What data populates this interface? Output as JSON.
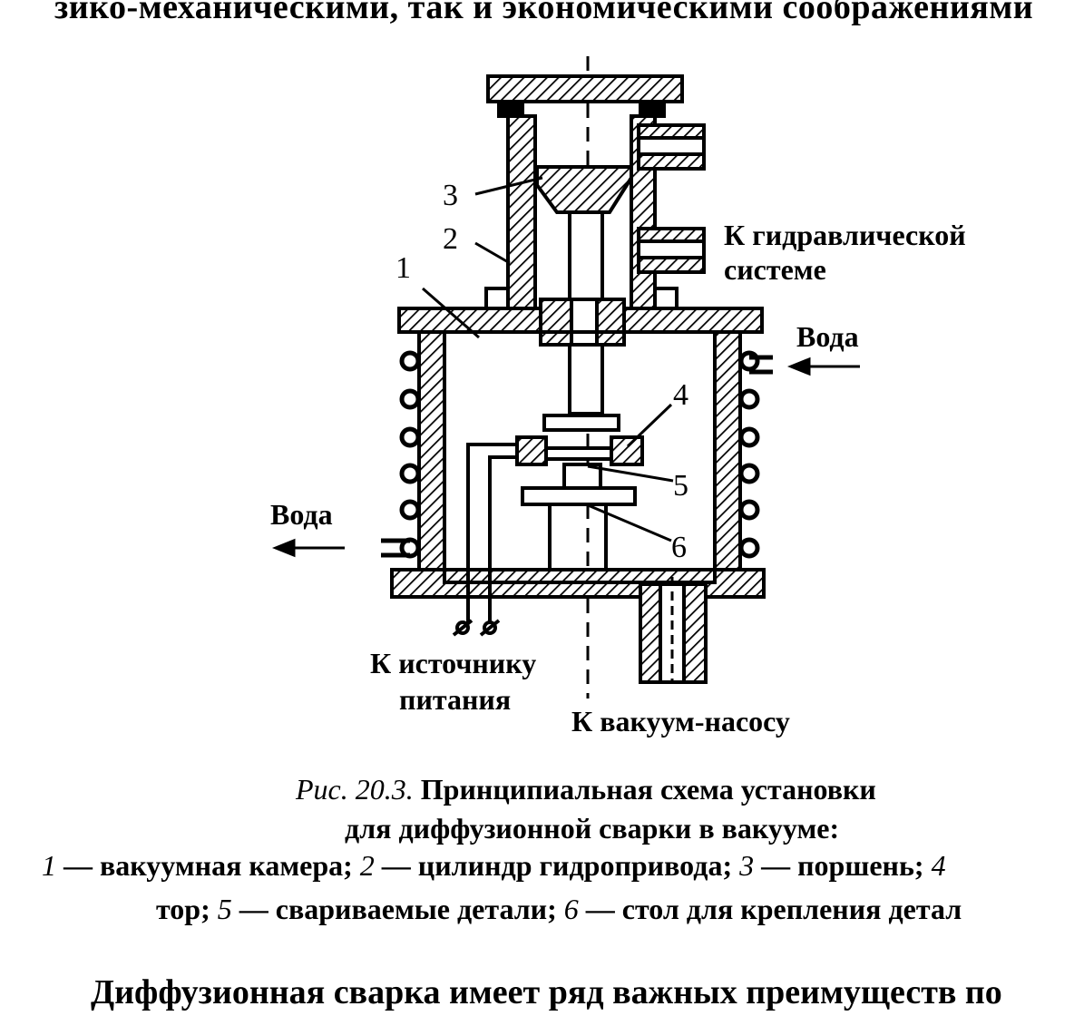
{
  "page": {
    "top_text": "зико-механическими, так и экономическими соображениями",
    "bottom_text": "Диффузионная сварка имеет ряд важных преимуществ по"
  },
  "diagram": {
    "callouts": [
      "1",
      "2",
      "3",
      "4",
      "5",
      "6"
    ],
    "labels": {
      "hydraulic_1": "К гидравлической",
      "hydraulic_2": "системе",
      "water_in": "Вода",
      "water_out": "Вода",
      "power_1": "К источнику",
      "power_2": "питания",
      "vacuum": "К вакуум-насосу"
    }
  },
  "caption": {
    "fig_ref": "Рис. 20.3.",
    "title_1": "Принципиальная схема установки",
    "title_2": "для диффузионной сварки в вакууме:",
    "legend": [
      {
        "n": "1",
        "text": "вакуумная камера;"
      },
      {
        "n": "2",
        "text": "цилиндр гидропривода;"
      },
      {
        "n": "3",
        "text": "поршень;"
      },
      {
        "n": "4",
        "text": "тор;"
      },
      {
        "n": "5",
        "text": "свариваемые детали;"
      },
      {
        "n": "6",
        "text": "стол для крепления детал"
      }
    ]
  }
}
